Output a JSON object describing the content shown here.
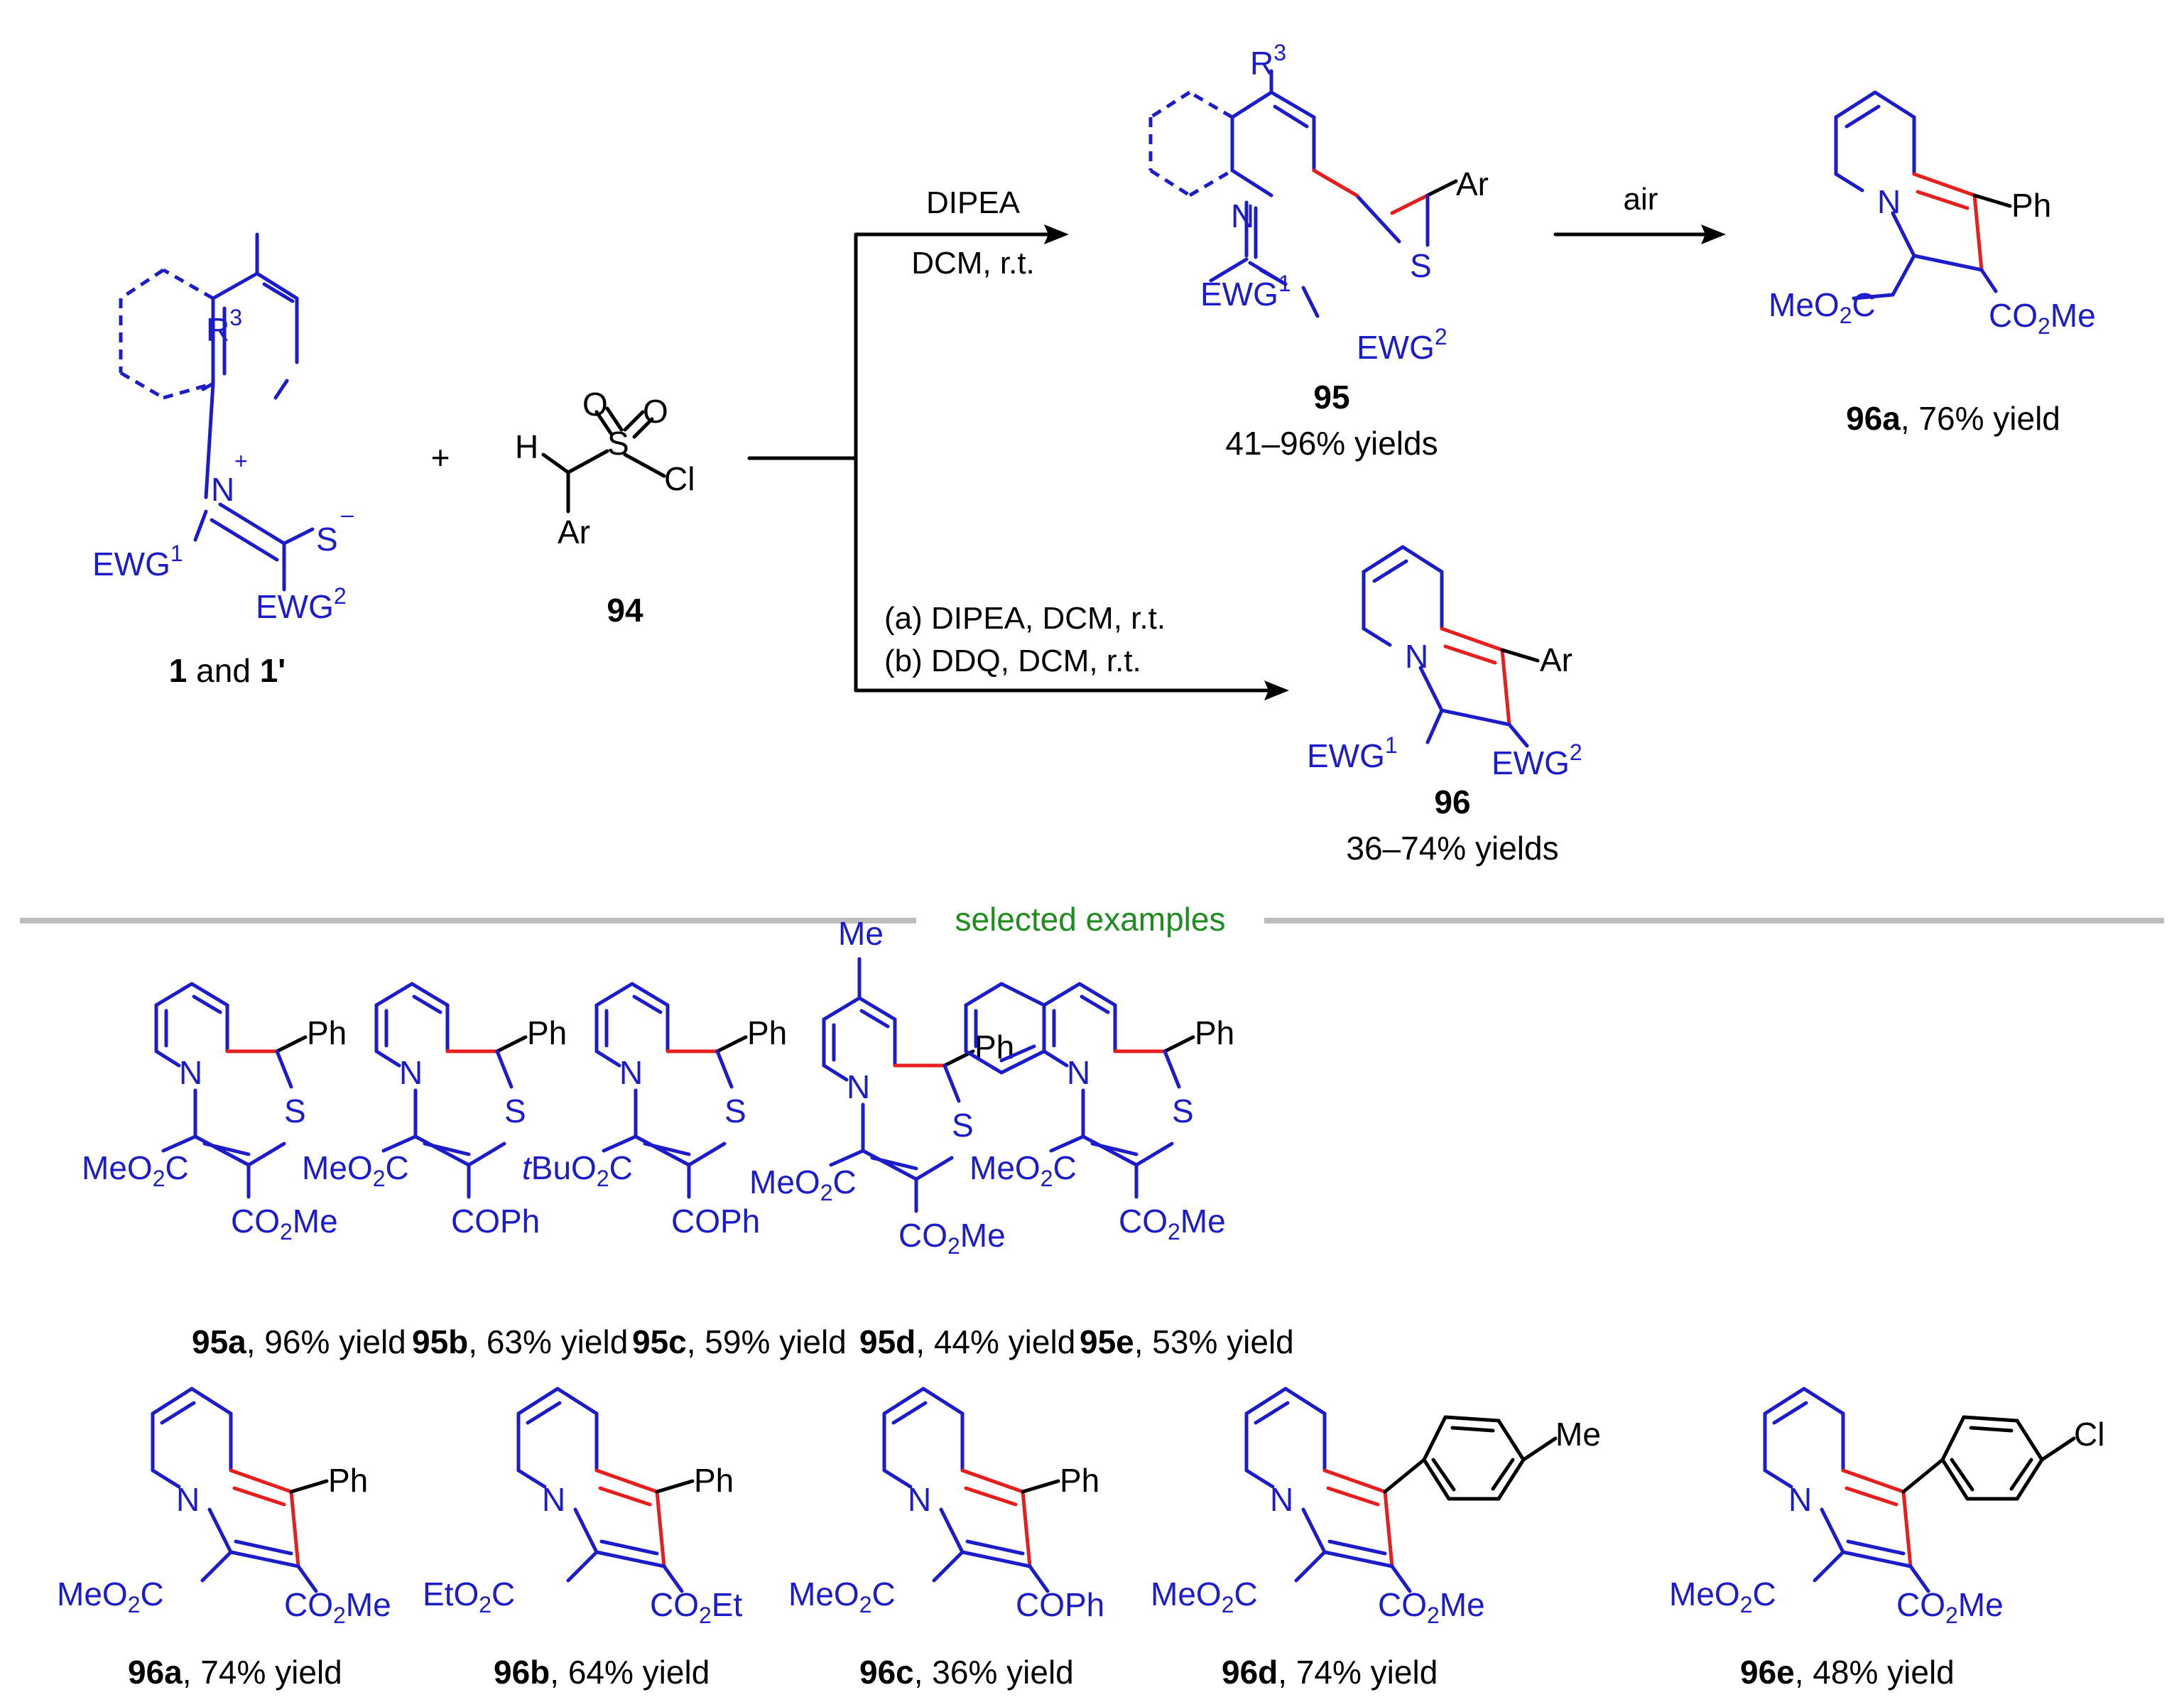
{
  "scheme": {
    "reactants": {
      "pyridinium": {
        "r3": "R",
        "r3_sup": "3",
        "n": "N",
        "plus": "+",
        "s": "S",
        "minus": "–",
        "ewg1": "EWG",
        "ewg1_sup": "1",
        "ewg2": "EWG",
        "ewg2_sup": "2",
        "label_a": "1",
        "label_and": " and ",
        "label_b": "1'"
      },
      "plus_sign": "+",
      "sulfonyl": {
        "h": "H",
        "o1": "O",
        "o2": "O",
        "s": "S",
        "cl": "Cl",
        "ar": "Ar",
        "label": "94"
      }
    },
    "conditions": {
      "top_1": "DIPEA",
      "top_2": "DCM, r.t.",
      "bottom_1": "(a) DIPEA, DCM, r.t.",
      "bottom_2": "(b) DDQ, DCM, r.t.",
      "air": "air"
    },
    "product_95": {
      "r3": "R",
      "r3_sup": "3",
      "n": "N",
      "s": "S",
      "ar": "Ar",
      "ewg1": "EWG",
      "ewg1_sup": "1",
      "ewg2": "EWG",
      "ewg2_sup": "2",
      "label": "95",
      "yield": "41–96% yields"
    },
    "product_96a_top": {
      "n": "N",
      "ph": "Ph",
      "left_a": "MeO",
      "left_sub": "2",
      "left_b": "C",
      "right_a": "CO",
      "right_sub": "2",
      "right_b": "Me",
      "label": "96a",
      "yield": ", 76% yield"
    },
    "product_96": {
      "n": "N",
      "ar": "Ar",
      "ewg1": "EWG",
      "ewg1_sup": "1",
      "ewg2": "EWG",
      "ewg2_sup": "2",
      "label": "96",
      "yield": "36–74% yields"
    }
  },
  "divider_label": "selected examples",
  "examples_95": [
    {
      "label": "95a",
      "yield": ", 96% yield",
      "n": "N",
      "s": "S",
      "ph": "Ph",
      "left_a": "MeO",
      "left_sub": "2",
      "left_b": "C",
      "left_italic": "",
      "right_a": "CO",
      "right_sub": "2",
      "right_b": "Me"
    },
    {
      "label": "95b",
      "yield": ", 63% yield",
      "n": "N",
      "s": "S",
      "ph": "Ph",
      "left_a": "MeO",
      "left_sub": "2",
      "left_b": "C",
      "left_italic": "",
      "right_a": "COPh",
      "right_sub": "",
      "right_b": ""
    },
    {
      "label": "95c",
      "yield": ", 59% yield",
      "n": "N",
      "s": "S",
      "ph": "Ph",
      "left_italic": "t",
      "left_a": "BuO",
      "left_sub": "2",
      "left_b": "C",
      "right_a": "COPh",
      "right_sub": "",
      "right_b": ""
    },
    {
      "label": "95d",
      "yield": ", 44% yield",
      "n": "N",
      "s": "S",
      "ph": "Ph",
      "me": "Me",
      "left_a": "MeO",
      "left_sub": "2",
      "left_b": "C",
      "left_italic": "",
      "right_a": "CO",
      "right_sub": "2",
      "right_b": "Me"
    },
    {
      "label": "95e",
      "yield": ", 53% yield",
      "n": "N",
      "s": "S",
      "ph": "Ph",
      "left_a": "MeO",
      "left_sub": "2",
      "left_b": "C",
      "left_italic": "",
      "right_a": "CO",
      "right_sub": "2",
      "right_b": "Me"
    }
  ],
  "examples_96": [
    {
      "label": "96a",
      "yield": ", 74% yield",
      "n": "N",
      "sub": "Ph",
      "left_a": "MeO",
      "left_sub": "2",
      "left_b": "C",
      "right_a": "CO",
      "right_sub": "2",
      "right_b": "Me"
    },
    {
      "label": "96b",
      "yield": ", 64% yield",
      "n": "N",
      "sub": "Ph",
      "left_a": "EtO",
      "left_sub": "2",
      "left_b": "C",
      "right_a": "CO",
      "right_sub": "2",
      "right_b": "Et"
    },
    {
      "label": "96c",
      "yield": ", 36% yield",
      "n": "N",
      "sub": "Ph",
      "left_a": "MeO",
      "left_sub": "2",
      "left_b": "C",
      "right_a": "COPh",
      "right_sub": "",
      "right_b": ""
    },
    {
      "label": "96d",
      "yield": ", 74% yield",
      "n": "N",
      "sub": "Me",
      "left_a": "MeO",
      "left_sub": "2",
      "left_b": "C",
      "right_a": "CO",
      "right_sub": "2",
      "right_b": "Me"
    },
    {
      "label": "96e",
      "yield": ", 48% yield",
      "n": "N",
      "sub": "Cl",
      "left_a": "MeO",
      "left_sub": "2",
      "left_b": "C",
      "right_a": "CO",
      "right_sub": "2",
      "right_b": "Me"
    }
  ],
  "colors": {
    "structure_blue": "#1c1cc8",
    "new_bond_red": "#e61e1e",
    "divider_gray": "#bdbdbd",
    "divider_label_green": "#1e8c1e"
  }
}
